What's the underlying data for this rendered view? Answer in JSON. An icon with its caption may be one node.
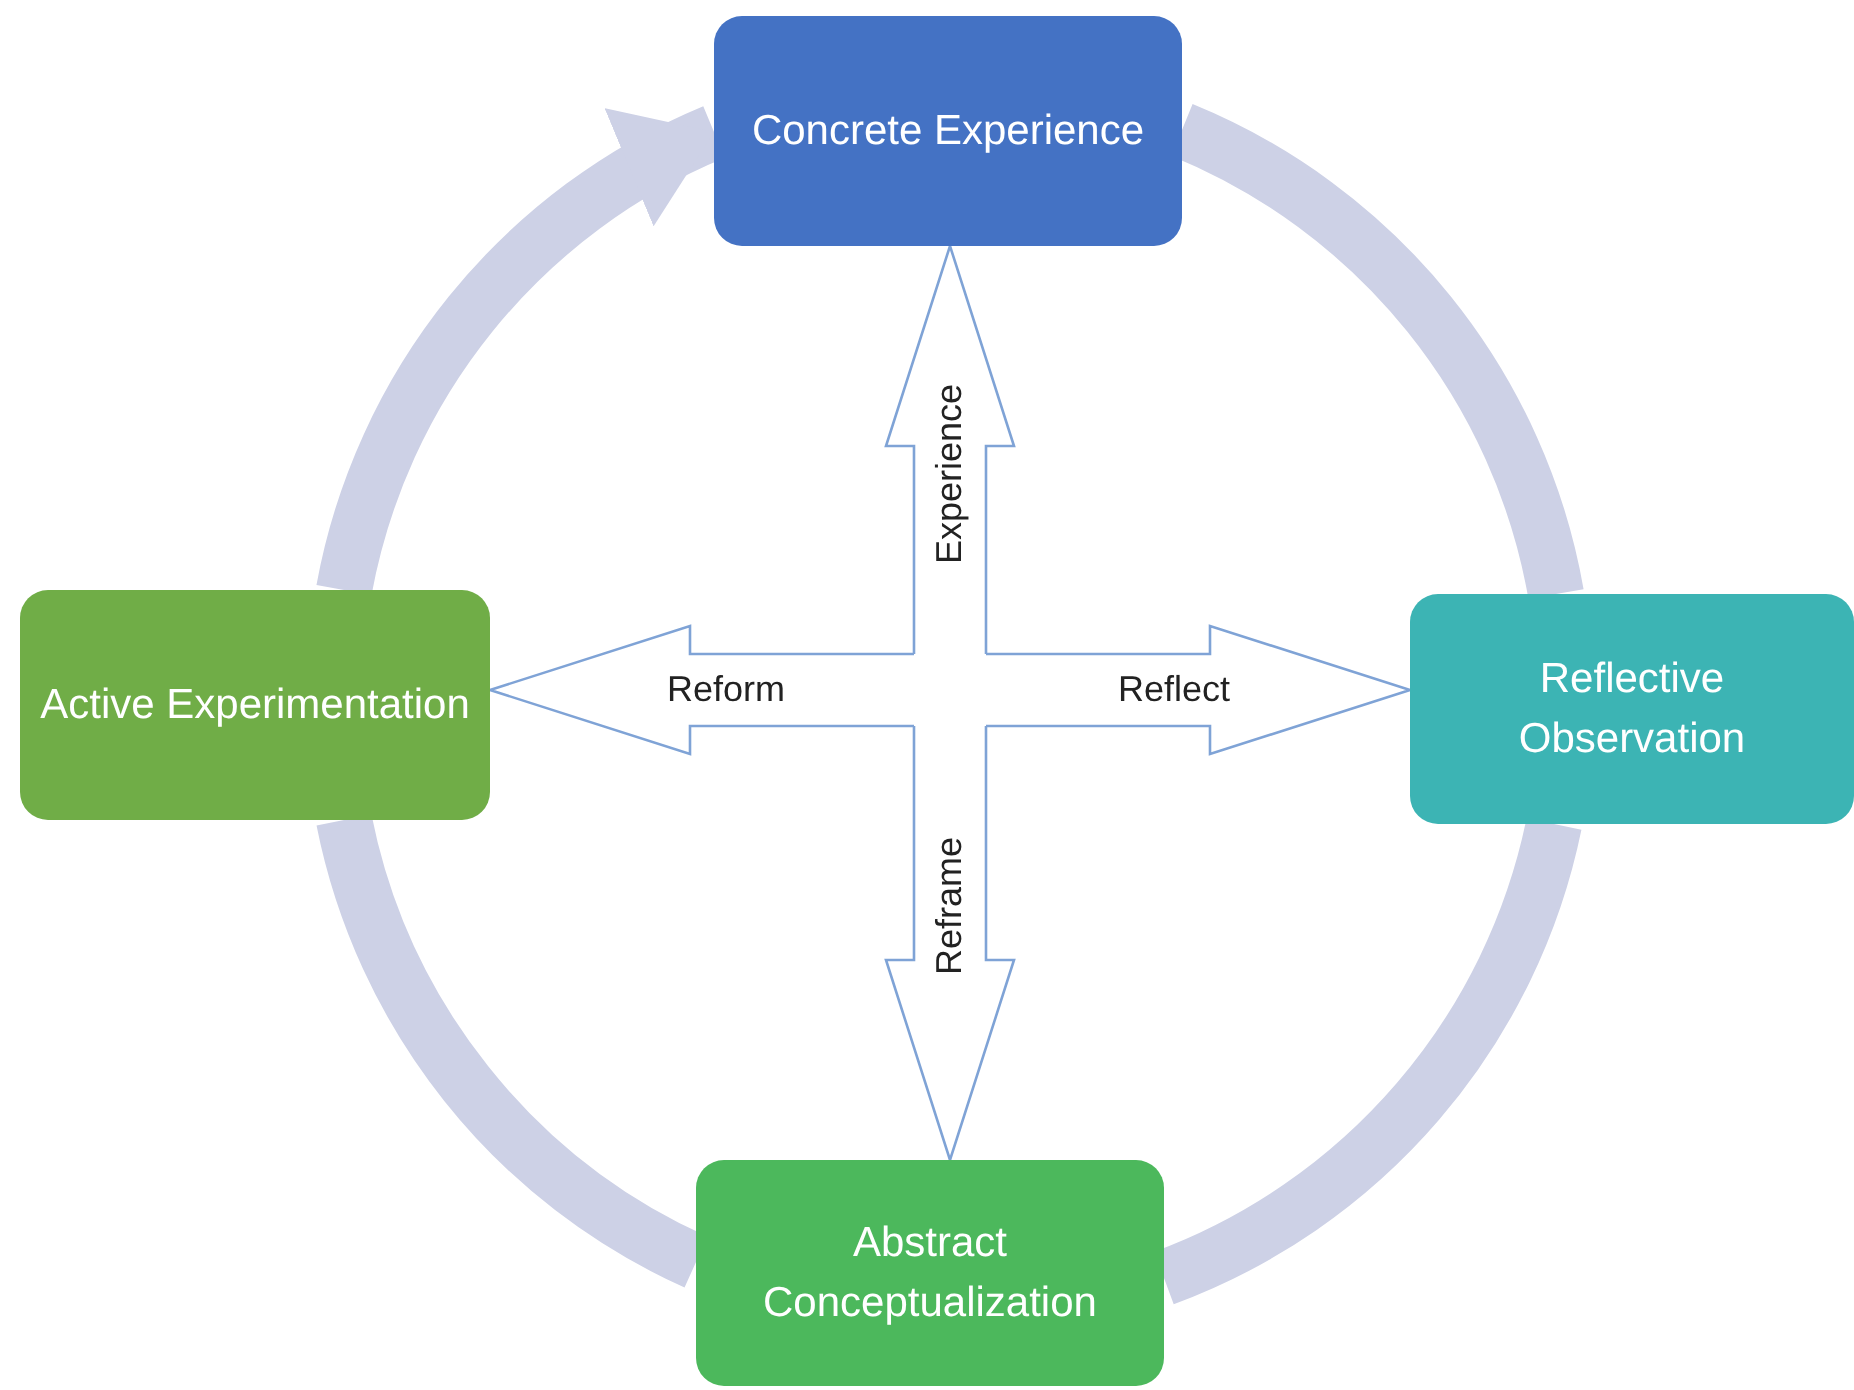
{
  "diagram": {
    "nodes": [
      {
        "text": [
          "Concrete Experience"
        ]
      },
      {
        "text": [
          "Active Experimentation"
        ]
      },
      {
        "text": [
          "Reflective Observation"
        ]
      },
      {
        "text": [
          "Abstract Conceptualization"
        ]
      }
    ],
    "edges": [
      {
        "from": 1,
        "to": 0,
        "arrow": "to",
        "color": "#cdd1e6"
      },
      {
        "from": 0,
        "to": 2,
        "arrow": "none",
        "color": "#cdd1e6"
      },
      {
        "from": 2,
        "to": 3,
        "arrow": "none",
        "color": "#cdd1e6"
      },
      {
        "from": 3,
        "to": 1,
        "arrow": "none",
        "color": "#cdd1e6"
      },
      {
        "from": null,
        "to": 0,
        "arrow": "to",
        "label": "Experience"
      },
      {
        "from": null,
        "to": 2,
        "arrow": "to",
        "label": "Reflect"
      },
      {
        "from": null,
        "to": 3,
        "arrow": "to",
        "label": "Reframe"
      },
      {
        "from": null,
        "to": 1,
        "arrow": "to",
        "label": "Reform"
      }
    ]
  }
}
